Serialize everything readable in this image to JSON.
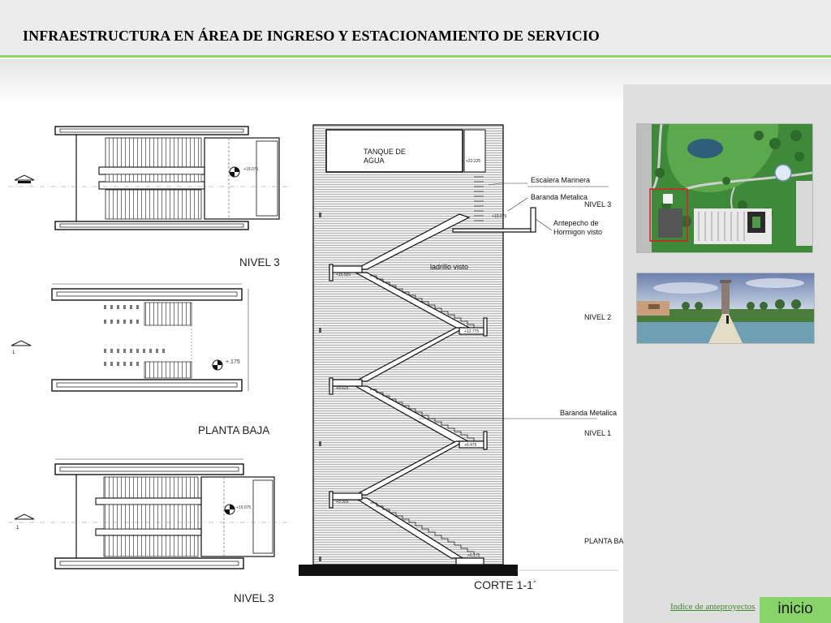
{
  "header": {
    "title": "INFRAESTRUCTURA EN ÁREA DE INGRESO Y ESTACIONAMIENTO DE SERVICIO"
  },
  "plans": {
    "top_plan_label": "NIVEL 3",
    "middle_plan_label": "PLANTA BAJA",
    "bottom_plan_label": "NIVEL 3",
    "top_elevation": "+19.075",
    "middle_elevation": "+.175",
    "bottom_elevation": "+19.075",
    "axis_marker": "1"
  },
  "section": {
    "caption": "CORTE 1-1´",
    "tank_label_line1": "TANQUE DE",
    "tank_label_line2": "AGUA",
    "brick_label": "ladrillo visto",
    "annotations": {
      "ladder": "Escalera Marinera",
      "railing_top": "Baranda Metalica",
      "parapet_line1": "Antepecho de",
      "parapet_line2": "Hormigon visto",
      "railing_mid": "Baranda Metalica"
    },
    "levels": [
      "NIVEL 3",
      "NIVEL 2",
      "NIVEL 1",
      "PLANTA BA"
    ],
    "elevations": [
      "+22.225",
      "+19.075",
      "+15.925",
      "+12.775",
      "+9.625",
      "+6.475",
      "+3.325",
      "+0.175"
    ]
  },
  "footer": {
    "index_link": "Indice de anteproyectos",
    "home_button": "inicio"
  },
  "colors": {
    "accent_green": "#88d36a",
    "link_green": "#3e8a2c",
    "panel_gray": "#dedede"
  }
}
